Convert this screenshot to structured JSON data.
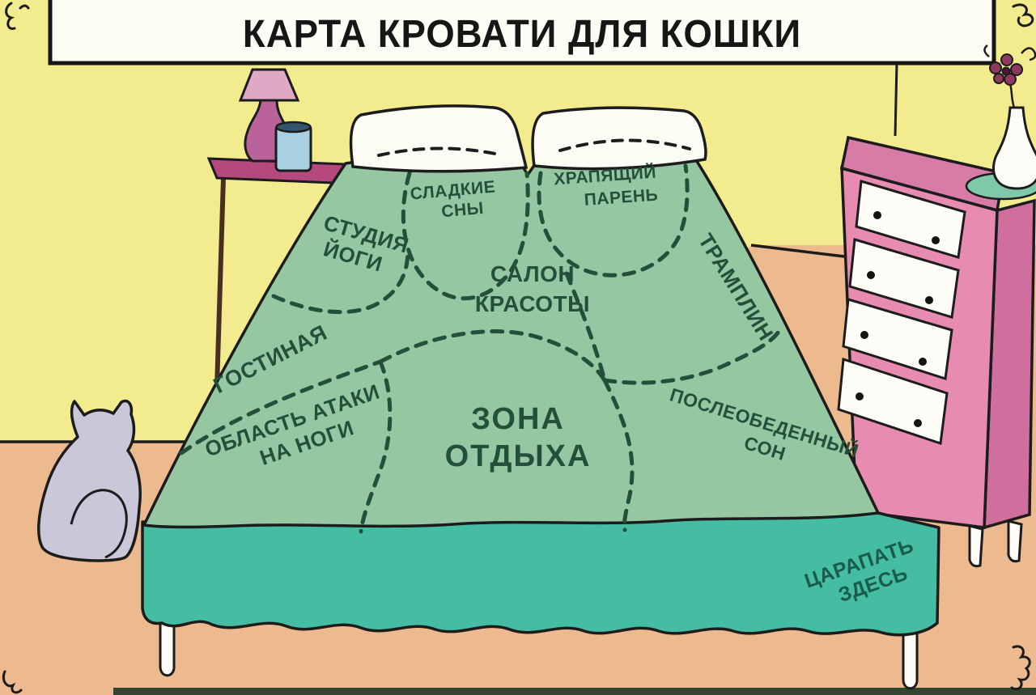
{
  "title": "КАРТА КРОВАТИ ДЛЯ КОШКИ",
  "zones": {
    "sweet_dreams": {
      "line1": "СЛАДКИЕ",
      "line2": "СНЫ"
    },
    "snoring_guy": {
      "line1": "ХРАПЯЩИЙ",
      "line2": "ПАРЕНЬ"
    },
    "yoga_studio": {
      "line1": "СТУДИЯ",
      "line2": "ЙОГИ"
    },
    "beauty_salon": {
      "line1": "САЛОН",
      "line2": "КРАСОТЫ"
    },
    "trampoline": {
      "label": "ТРАМПЛИН"
    },
    "living_room": {
      "label": "ГОСТИНАЯ"
    },
    "feet_attack": {
      "line1": "ОБЛАСТЬ АТАКИ",
      "line2": "НА НОГИ"
    },
    "rest_zone": {
      "line1": "ЗОНА",
      "line2": "ОТДЫХА"
    },
    "afternoon_nap": {
      "line1": "ПОСЛЕОБЕДЕННЫЙ",
      "line2": "СОН"
    },
    "scratch_here": {
      "line1": "ЦАРАПАТЬ",
      "line2": "ЗДЕСЬ"
    }
  },
  "colors": {
    "wall": "#f2ec8e",
    "floor": "#edb98e",
    "banner": "#fdfcf4",
    "blanket": "#95c8a2",
    "skirt": "#45bda3",
    "label_green": "#24503b",
    "skirt_label": "#1a5c4b",
    "title_black": "#161616",
    "nightstand_pink": "#b5487c",
    "lamp_shade": "#dfa9c5",
    "lamp_body": "#b9639a",
    "water_blue": "#a9cfe2",
    "dresser_front": "#e78cb0",
    "dresser_side": "#d06f9e",
    "dresser_top": "#d77ca6",
    "drawer_white": "#fdfcf6",
    "pillow_white": "#fcfbf4",
    "cat_gray": "#c9c7d8",
    "vase_mat": "#7fc8a8",
    "flower_plum": "#8e3a60",
    "outline": "#1c1c1c"
  }
}
